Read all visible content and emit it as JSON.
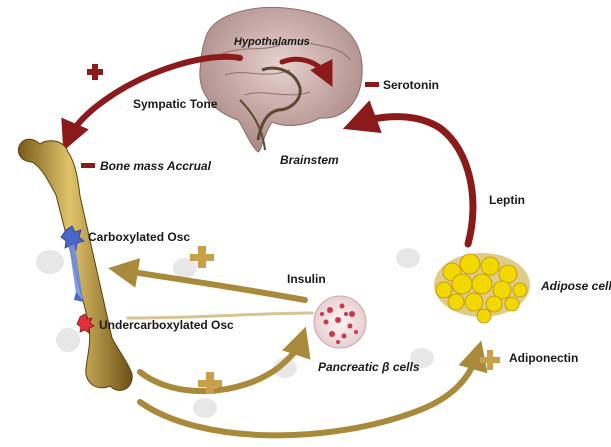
{
  "labels": {
    "hypothalamus": "Hypothalamus",
    "serotonin": "Serotonin",
    "sympatic_tone": "Sympatic Tone",
    "bone_mass_accrual": "Bone mass Accrual",
    "brainstem": "Brainstem",
    "leptin": "Leptin",
    "carboxylated_osc": "Carboxylated Osc",
    "insulin": "Insulin",
    "adipose_cells": "Adipose cells",
    "undercarboxylated_osc": "Undercarboxylated Osc",
    "pancreatic_cells": "Pancreatic β cells",
    "adiponectin": "Adiponectin"
  },
  "colors": {
    "dark_red_arrow": "#8b1a1a",
    "gold_arrow": "#a88a3a",
    "plus_sign": "#c8a04a",
    "minus_sign": "#8b1a1a",
    "bone": "#b89a3a",
    "adipose": "#f1d400",
    "brain": "#c9a7a3"
  }
}
